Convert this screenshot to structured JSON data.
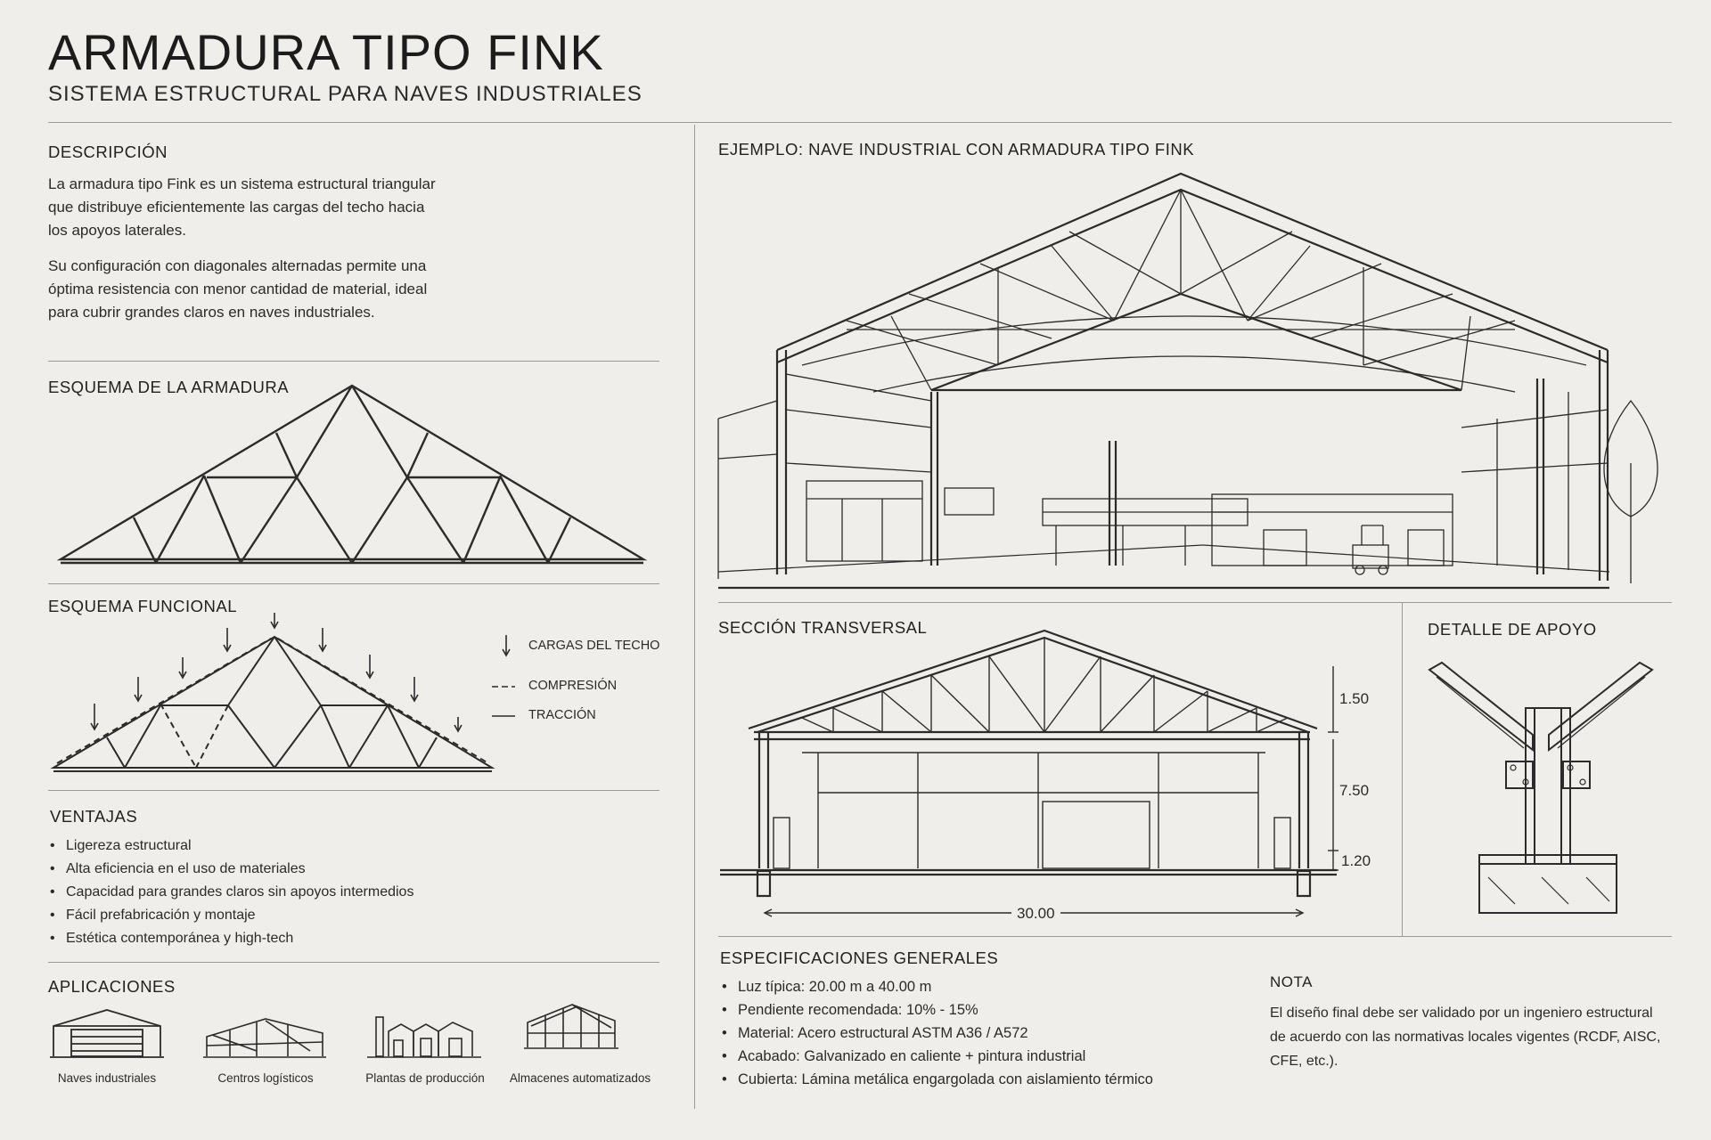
{
  "header": {
    "title": "ARMADURA TIPO FINK",
    "subtitle": "SISTEMA ESTRUCTURAL PARA NAVES INDUSTRIALES"
  },
  "descripcion": {
    "heading": "DESCRIPCIÓN",
    "p1": "La armadura tipo Fink es un sistema estructural triangular que distribuye eficientemente las cargas del techo hacia los apoyos laterales.",
    "p2": "Su configuración con diagonales alternadas permite una óptima resistencia con menor cantidad de material, ideal para cubrir grandes claros en naves industriales."
  },
  "esquema_armadura": {
    "heading": "ESQUEMA DE LA ARMADURA"
  },
  "esquema_funcional": {
    "heading": "ESQUEMA FUNCIONAL",
    "legend": {
      "loads": "CARGAS DEL TECHO",
      "compression": "COMPRESIÓN",
      "tension": "TRACCIÓN"
    }
  },
  "ventajas": {
    "heading": "VENTAJAS",
    "items": [
      "Ligereza estructural",
      "Alta eficiencia en el uso de materiales",
      "Capacidad para grandes claros sin apoyos intermedios",
      "Fácil prefabricación y montaje",
      "Estética contemporánea y high-tech"
    ]
  },
  "aplicaciones": {
    "heading": "APLICACIONES",
    "items": [
      {
        "label": "Naves industriales",
        "icon": "industrial-building-icon"
      },
      {
        "label": "Centros logísticos",
        "icon": "logistics-center-icon"
      },
      {
        "label": "Plantas de producción",
        "icon": "factory-icon"
      },
      {
        "label": "Almacenes automatizados",
        "icon": "warehouse-icon"
      }
    ]
  },
  "ejemplo": {
    "heading": "EJEMPLO: NAVE INDUSTRIAL CON ARMADURA TIPO FINK"
  },
  "seccion": {
    "heading": "SECCIÓN TRANSVERSAL",
    "dims": {
      "truss_height": "1.50",
      "wall_height": "7.50",
      "base": "1.20",
      "span": "30.00"
    }
  },
  "detalle": {
    "heading": "DETALLE DE APOYO"
  },
  "especificaciones": {
    "heading": "ESPECIFICACIONES GENERALES",
    "items": [
      "Luz típica: 20.00 m a 40.00 m",
      "Pendiente recomendada: 10% - 15%",
      "Material: Acero estructural ASTM A36 / A572",
      "Acabado: Galvanizado en caliente + pintura industrial",
      "Cubierta: Lámina metálica engargolada con aislamiento térmico"
    ]
  },
  "nota": {
    "heading": "NOTA",
    "text": "El diseño final debe ser validado por un ingeniero estructural de acuerdo con las normativas locales vigentes (RCDF, AISC, CFE, etc.)."
  }
}
